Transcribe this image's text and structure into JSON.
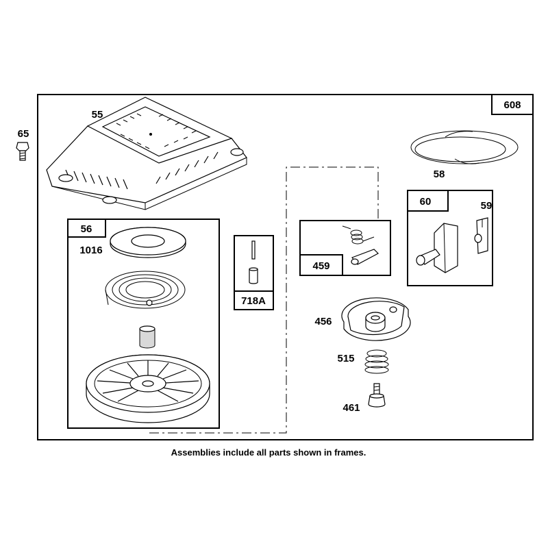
{
  "diagram": {
    "part_labels": {
      "p65": "65",
      "p55": "55",
      "p608": "608",
      "p58": "58",
      "p56": "56",
      "p1016": "1016",
      "p718a": "718A",
      "p459": "459",
      "p60": "60",
      "p59": "59",
      "p456": "456",
      "p515": "515",
      "p461": "461"
    },
    "caption": "Assemblies include all parts shown in frames."
  }
}
